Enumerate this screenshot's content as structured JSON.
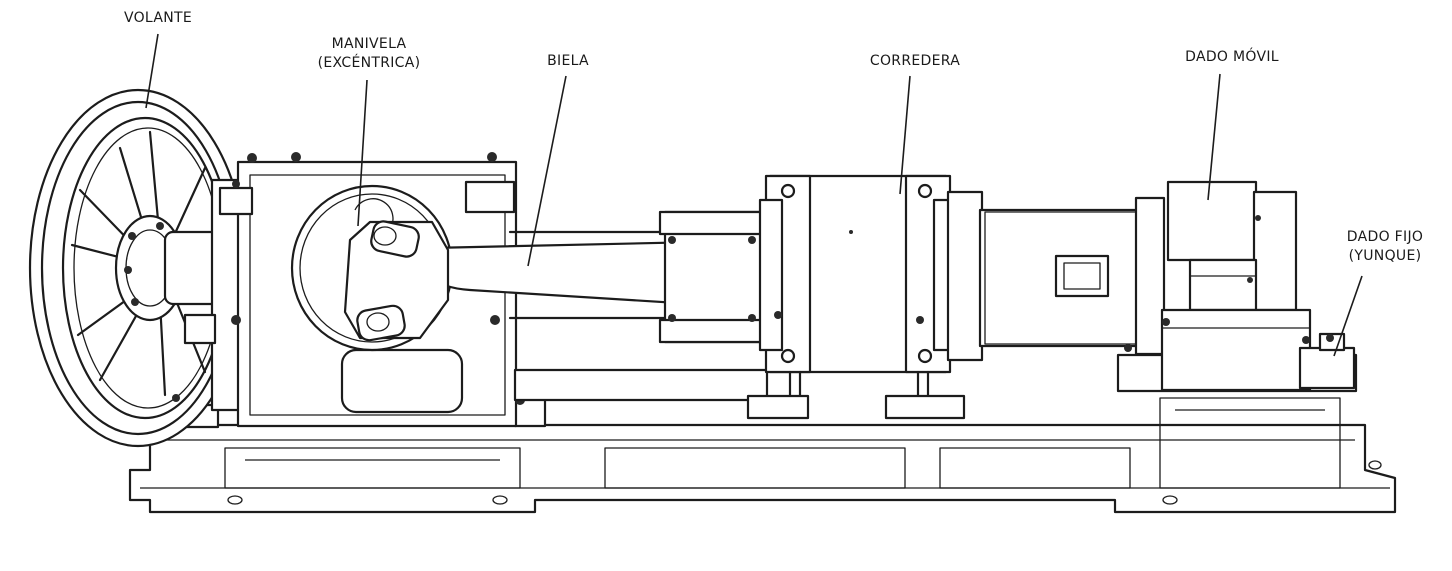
{
  "labels": {
    "volante": "VOLANTE",
    "manivela_1": "MANIVELA",
    "manivela_2": "(EXCÉNTRICA)",
    "biela": "BIELA",
    "corredera": "CORREDERA",
    "dado_movil": "DADO MÓVIL",
    "dado_fijo_1": "DADO FIJO",
    "dado_fijo_2": "(YUNQUE)"
  }
}
